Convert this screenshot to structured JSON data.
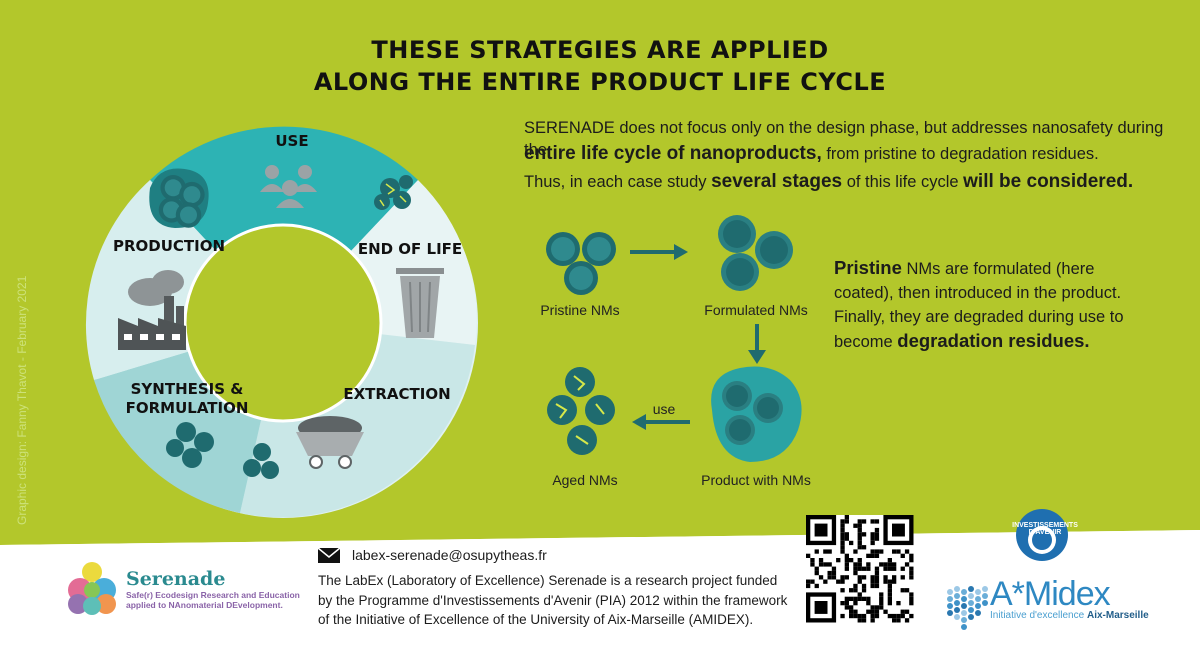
{
  "header": {
    "title_line1": "THESE STRATEGIES ARE APPLIED",
    "title_line2": "ALONG THE ENTIRE PRODUCT LIFE CYCLE"
  },
  "cycle": {
    "use": "USE",
    "end_of_life": "END OF LIFE",
    "extraction": "EXTRACTION",
    "synthesis_line1": "SYNTHESIS &",
    "synthesis_line2": "FORMULATION",
    "production": "PRODUCTION"
  },
  "intro": {
    "line1": "SERENADE does not focus only on the design phase, but addresses nanosafety during the",
    "line2_bold": "entire life cycle of nanoproducts,",
    "line2_rest": " from pristine to degradation residues.",
    "line3_a": "Thus, in each case study ",
    "line3_bold1": "several stages",
    "line3_b": " of this life cycle ",
    "line3_bold2": "will be considered."
  },
  "flow": {
    "pristine": "Pristine NMs",
    "formulated": "Formulated NMs",
    "product": "Product with NMs",
    "aged": "Aged NMs",
    "use_label": "use"
  },
  "explanation": {
    "bold1": "Pristine",
    "text1": " NMs are formulated (here coated), then introduced in the product. Finally, they are degraded during use to become ",
    "bold2": "degradation residues."
  },
  "credit": "Graphic design: Fanny Thavot - February 2021",
  "footer": {
    "email": "labex-serenade@osupytheas.fr",
    "text": "The LabEx (Laboratory of Excellence) Serenade is a research project funded by the Programme d'Investissements d'Avenir (PIA) 2012 within the framework of the Initiative of Excellence of the University of Aix-Marseille (AMIDEX).",
    "serenade_name": "Serenade",
    "serenade_sub": "Safe(r) Ecodesign Research and Education applied to NAnomaterial DEvelopment.",
    "invest_label": "INVESTISSEMENTS D'AVENIR",
    "amidex_name": "A*Midex",
    "amidex_sub1": "Initiative d'excellence ",
    "amidex_sub2": "Aix-Marseille"
  },
  "colors": {
    "background_green": "#b3c72b",
    "teal_dark": "#1f6b6f",
    "teal_ring": "#2db3b4",
    "teal_light": "#8fd0d0"
  }
}
